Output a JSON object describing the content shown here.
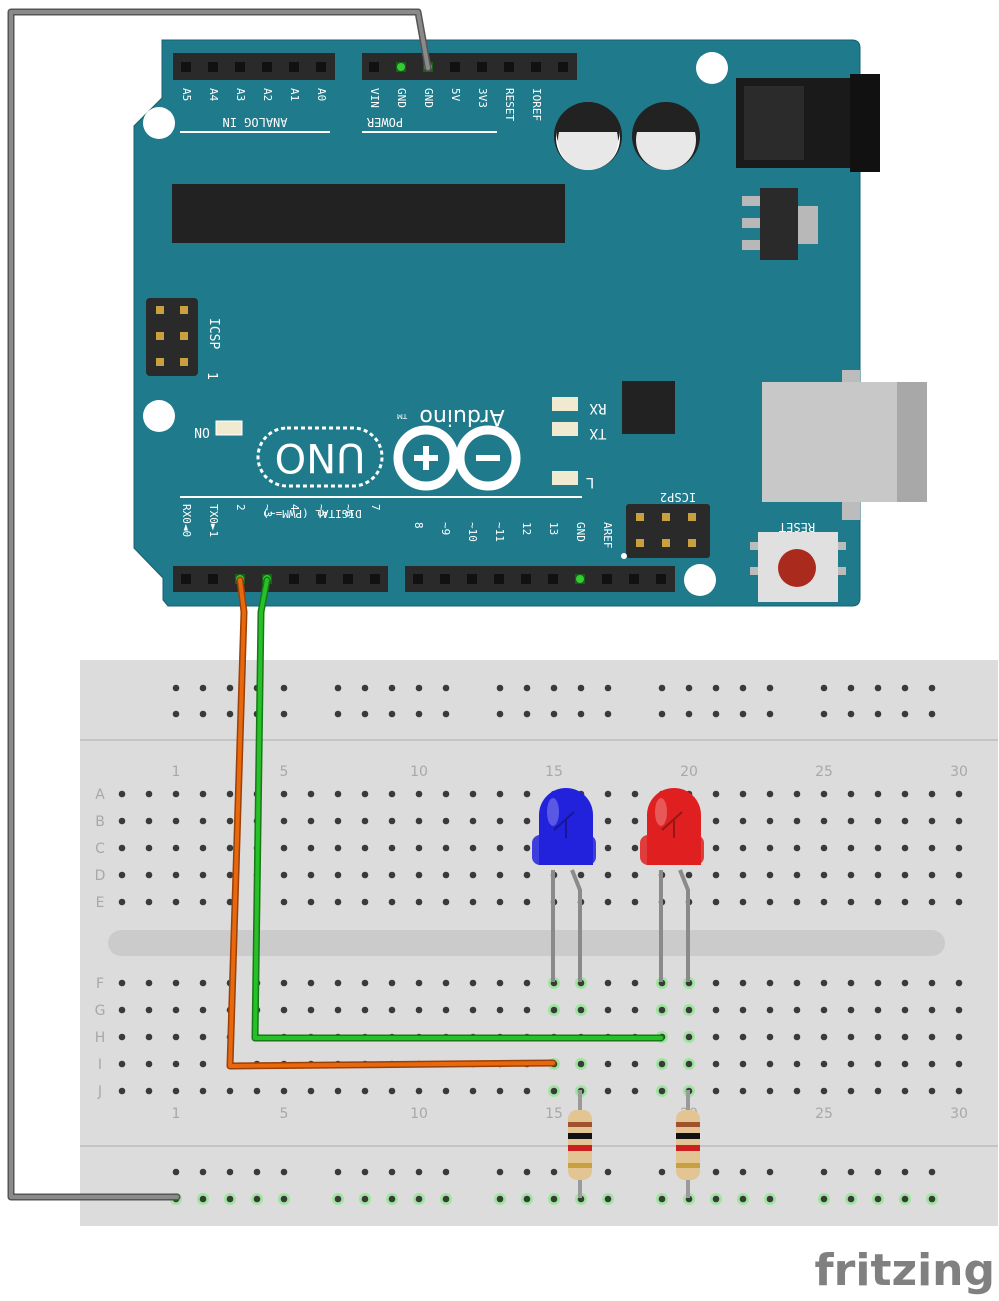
{
  "arduino": {
    "analog_header_label": "ANALOG IN",
    "power_header_label": "POWER",
    "analog_pins": [
      "A5",
      "A4",
      "A3",
      "A2",
      "A1",
      "A0"
    ],
    "power_pins": [
      "VIN",
      "GND",
      "GND",
      "5V",
      "3V3",
      "RESET",
      "IOREF"
    ],
    "digital_pins_low": [
      "RX0◄0",
      "TX0►1",
      "2",
      "~3",
      "4",
      "~5",
      "~6",
      "7"
    ],
    "digital_pins_high": [
      "8",
      "~9",
      "~10",
      "~11",
      "12",
      "13",
      "GND",
      "AREF"
    ],
    "digital_header_label": "DIGITAL (PWM=~)",
    "icsp_label": "ICSP",
    "icsp_pin1_label": "1",
    "icsp2_label": "ICSP2",
    "brand": "Arduino",
    "trademark": "TM",
    "model": "UNO",
    "on_label": "ON",
    "rx_label": "RX",
    "tx_label": "TX",
    "l_label": "L",
    "reset_label": "RESET"
  },
  "breadboard": {
    "rows_top": [
      "A",
      "B",
      "C",
      "D",
      "E"
    ],
    "rows_bottom": [
      "F",
      "G",
      "H",
      "I",
      "J"
    ],
    "column_numbers": [
      "1",
      "5",
      "10",
      "15",
      "20",
      "25",
      "30"
    ]
  },
  "components": {
    "led_blue_color": "#2222dd",
    "led_red_color": "#e02020",
    "wire_green": "#22bb22",
    "wire_orange": "#e06010",
    "wire_gray": "#777777"
  },
  "footer": {
    "logo_text": "fritzing"
  }
}
